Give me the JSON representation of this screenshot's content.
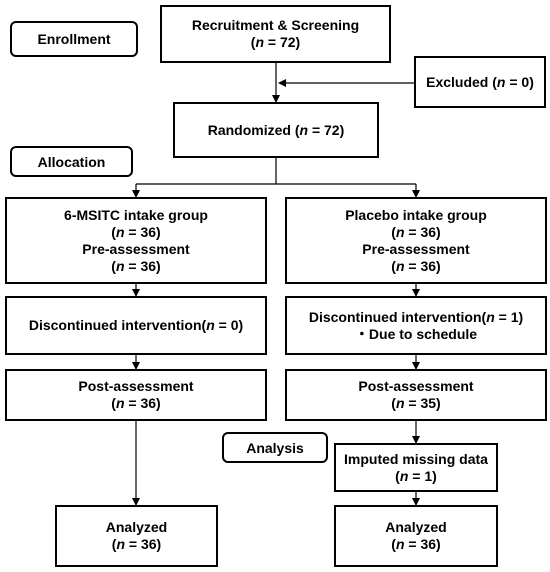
{
  "stages": {
    "enrollment": "Enrollment",
    "allocation": "Allocation",
    "analysis": "Analysis"
  },
  "boxes": {
    "recruitment": {
      "title": "Recruitment & Screening",
      "n": "(n = 72)"
    },
    "excluded": "Excluded (n = 0)",
    "randomized": "Randomized (n = 72)",
    "msitc_group": {
      "title": "6-MSITC intake group",
      "n": "(n = 36)",
      "pre_title": "Pre-assessment",
      "pre_n": "(n = 36)"
    },
    "placebo_group": {
      "title": "Placebo intake group",
      "n": "(n = 36)",
      "pre_title": "Pre-assessment",
      "pre_n": "(n = 36)"
    },
    "msitc_discontinued": "Discontinued intervention(n = 0)",
    "placebo_discontinued": {
      "line1": "Discontinued intervention(n = 1)",
      "line2": "・Due to schedule"
    },
    "msitc_post": {
      "title": "Post-assessment",
      "n": "(n = 36)"
    },
    "placebo_post": {
      "title": "Post-assessment",
      "n": "(n = 35)"
    },
    "imputed": {
      "title": "Imputed missing data",
      "n": "(n = 1)"
    },
    "msitc_analyzed": {
      "title": "Analyzed",
      "n": "(n = 36)"
    },
    "placebo_analyzed": {
      "title": "Analyzed",
      "n": "(n = 36)"
    }
  }
}
